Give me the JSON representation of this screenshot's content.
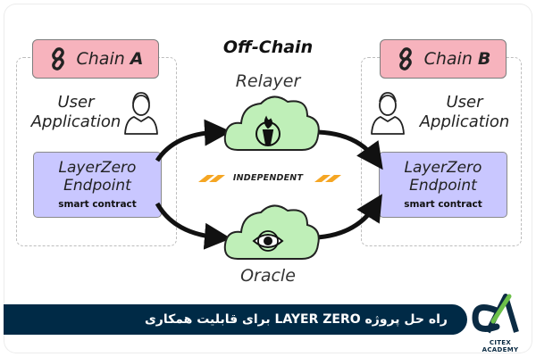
{
  "title": "Off-Chain",
  "chain_a": {
    "label": "Chain",
    "letter": "A"
  },
  "chain_b": {
    "label": "Chain",
    "letter": "B"
  },
  "user_app_left": {
    "line1": "User",
    "line2": "Application"
  },
  "user_app_right": {
    "line1": "User",
    "line2": "Application"
  },
  "endpoint_left": {
    "line1": "LayerZero",
    "line2": "Endpoint",
    "sub": "smart contract"
  },
  "endpoint_right": {
    "line1": "LayerZero",
    "line2": "Endpoint",
    "sub": "smart contract"
  },
  "relayer_label": "Relayer",
  "oracle_label": "Oracle",
  "independent_label": "INDEPENDENT",
  "banner_text": "راه حل پروژه LAYER ZERO برای قابلیت همکاری",
  "logo_text": "CITEX ACADEMY",
  "colors": {
    "chain_tag": "#f7b3bd",
    "endpoint": "#c9c7ff",
    "cloud": "#bfefb8",
    "arrow": "#111111",
    "stripe": "#f5a623",
    "banner": "#002a46",
    "logo_green": "#6cc04a",
    "logo_navy": "#0b2b43"
  },
  "icons": [
    "link-icon",
    "user-icon",
    "torch-icon",
    "eye-icon",
    "logo-icon"
  ]
}
